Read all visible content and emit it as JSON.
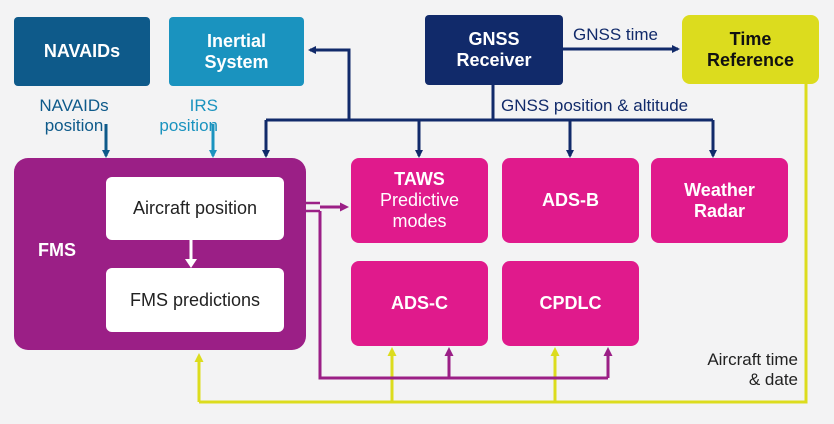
{
  "boxes": {
    "navaids": "NAVAIDs",
    "inertial_line1": "Inertial",
    "inertial_line2": "System",
    "gnss_line1": "GNSS",
    "gnss_line2": "Receiver",
    "time_line1": "Time",
    "time_line2": "Reference",
    "fms": "FMS",
    "aircraft_position": "Aircraft position",
    "fms_predictions": "FMS predictions",
    "taws": "TAWS",
    "taws_sub1": "Predictive",
    "taws_sub2": "modes",
    "adsb": "ADS-B",
    "weather_line1": "Weather",
    "weather_line2": "Radar",
    "adsc": "ADS-C",
    "cpdlc": "CPDLC"
  },
  "labels": {
    "navaids_pos_line1": "NAVAIDs",
    "navaids_pos_line2": "position",
    "irs_line1": "IRS",
    "irs_line2": "position",
    "gnss_time": "GNSS time",
    "gnss_pos_alt": "GNSS position & altitude",
    "ac_time_line1": "Aircraft time",
    "ac_time_line2": "& date"
  },
  "colors": {
    "navaids": "#0e5a8a",
    "inertial": "#1a93bf",
    "gnss": "#112a6a",
    "time": "#dcdc1e",
    "fms": "#9b1f86",
    "pink": "#e01a8c",
    "purple_wire": "#9b1f86"
  }
}
